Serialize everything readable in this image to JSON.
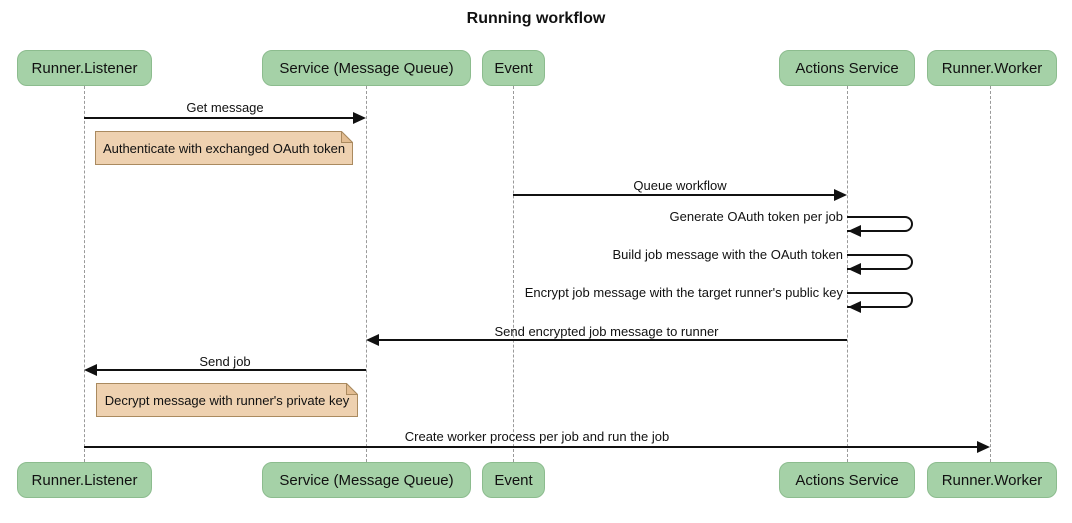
{
  "title": "Running workflow",
  "colors": {
    "actor_fill": "#a5d1a7",
    "actor_border": "#8cbc8e",
    "note_fill": "#eed1b0",
    "note_border": "#aa8a5f",
    "note_fold": "#e3bd92",
    "lifeline": "#9a9a9a",
    "arrow": "#111111",
    "text": "#111111"
  },
  "participants": [
    {
      "label": "Runner.Listener"
    },
    {
      "label": "Service (Message Queue)"
    },
    {
      "label": "Event"
    },
    {
      "label": "Actions Service"
    },
    {
      "label": "Runner.Worker"
    }
  ],
  "messages": [
    {
      "label": "Get message",
      "from": "Runner.Listener",
      "to": "Service (Message Queue)",
      "type": "solid-arrow"
    },
    {
      "label": "Queue workflow",
      "from": "Event",
      "to": "Actions Service",
      "type": "solid-arrow"
    },
    {
      "label": "Generate OAuth token per job",
      "from": "Actions Service",
      "to": "Actions Service",
      "type": "self-loop"
    },
    {
      "label": "Build job message with the OAuth token",
      "from": "Actions Service",
      "to": "Actions Service",
      "type": "self-loop"
    },
    {
      "label": "Encrypt job message with the target runner's public key",
      "from": "Actions Service",
      "to": "Actions Service",
      "type": "self-loop"
    },
    {
      "label": "Send encrypted job message to runner",
      "from": "Actions Service",
      "to": "Service (Message Queue)",
      "type": "solid-arrow"
    },
    {
      "label": "Send job",
      "from": "Service (Message Queue)",
      "to": "Runner.Listener",
      "type": "solid-arrow"
    },
    {
      "label": "Create worker process per job and run the job",
      "from": "Runner.Listener",
      "to": "Runner.Worker",
      "type": "solid-arrow"
    }
  ],
  "notes": [
    {
      "text": "Authenticate with exchanged OAuth token",
      "over": "Runner.Listener"
    },
    {
      "text": "Decrypt message with runner's private key",
      "over": "Runner.Listener"
    }
  ]
}
